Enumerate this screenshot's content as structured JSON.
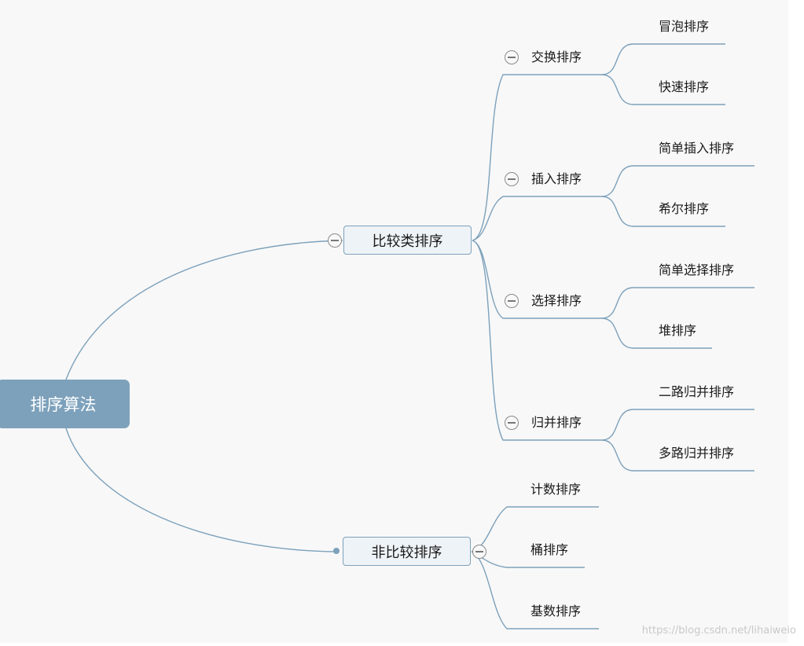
{
  "root": "排序算法",
  "branch_compare": {
    "label": "比较类排序",
    "groups": [
      {
        "label": "交换排序",
        "children": [
          "冒泡排序",
          "快速排序"
        ]
      },
      {
        "label": "插入排序",
        "children": [
          "简单插入排序",
          "希尔排序"
        ]
      },
      {
        "label": "选择排序",
        "children": [
          "简单选择排序",
          "堆排序"
        ]
      },
      {
        "label": "归并排序",
        "children": [
          "二路归并排序",
          "多路归并排序"
        ]
      }
    ]
  },
  "branch_noncompare": {
    "label": "非比较排序",
    "children": [
      "计数排序",
      "桶排序",
      "基数排序"
    ]
  },
  "watermark": "https://blog.csdn.net/lihaiweio",
  "colors": {
    "line": "#7da1bb",
    "root_fill": "#7da1bb",
    "node_fill": "#eef3f7"
  },
  "icons": {
    "collapse": "minus-circle-icon",
    "expand_point": "dot-icon"
  }
}
